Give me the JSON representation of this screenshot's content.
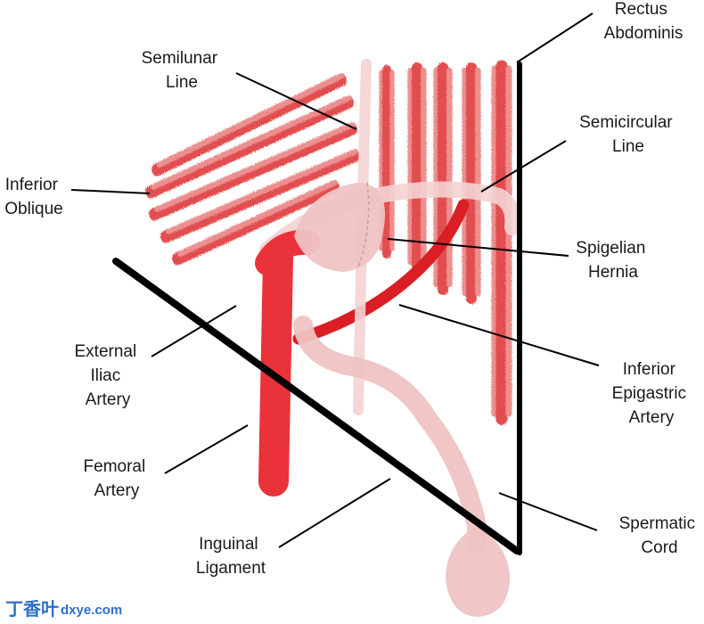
{
  "colors": {
    "muscle": "#e24d50",
    "muscle_light": "#ec8f8f",
    "artery": "#e9323a",
    "artery_dark": "#d91f24",
    "cord": "#efc3c3",
    "line_pale": "#f4d3d3",
    "ink": "#000000",
    "watermark": "#2e6fc6"
  },
  "labels": {
    "rectus_abdominis": [
      "Rectus",
      "Abdominis"
    ],
    "semilunar_line": [
      "Semilunar",
      "Line"
    ],
    "semicircular_line": [
      "Semicircular",
      "Line"
    ],
    "inferior_oblique": [
      "Inferior",
      "Oblique"
    ],
    "spigelian_hernia": [
      "Spigelian",
      "Hernia"
    ],
    "external_iliac_artery": [
      "External",
      "Iliac",
      "Artery"
    ],
    "inferior_epigastric_artery": [
      "Inferior",
      "Epigastric",
      "Artery"
    ],
    "femoral_artery": [
      "Femoral",
      "Artery"
    ],
    "spermatic_cord": [
      "Spermatic",
      "Cord"
    ],
    "inguinal_ligament": [
      "Inguinal",
      "Ligament"
    ]
  },
  "watermark": {
    "chinese": "丁香叶",
    "latin": "dxye.com"
  }
}
